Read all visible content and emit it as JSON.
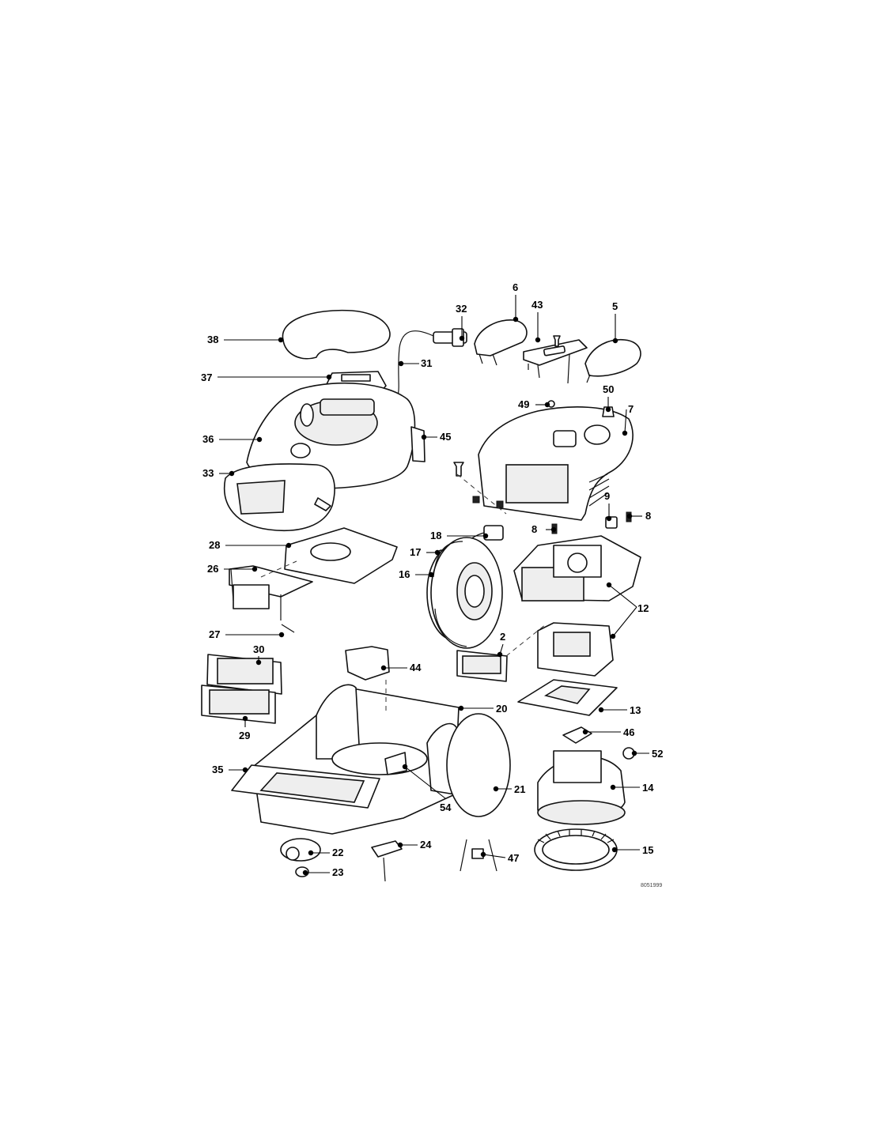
{
  "labels": {
    "p2": "2",
    "p5": "5",
    "p6": "6",
    "p7": "7",
    "p8a": "8",
    "p8b": "8",
    "p9": "9",
    "p12": "12",
    "p13": "13",
    "p14": "14",
    "p15": "15",
    "p16": "16",
    "p17": "17",
    "p18": "18",
    "p20": "20",
    "p21": "21",
    "p22": "22",
    "p23": "23",
    "p24": "24",
    "p26": "26",
    "p27": "27",
    "p28": "28",
    "p29": "29",
    "p30": "30",
    "p31": "31",
    "p32": "32",
    "p33": "33",
    "p35": "35",
    "p36": "36",
    "p37": "37",
    "p38": "38",
    "p43": "43",
    "p44": "44",
    "p45": "45",
    "p46": "46",
    "p47": "47",
    "p49": "49",
    "p50": "50",
    "p52": "52",
    "p54": "54"
  },
  "drawing_code": "8051999"
}
